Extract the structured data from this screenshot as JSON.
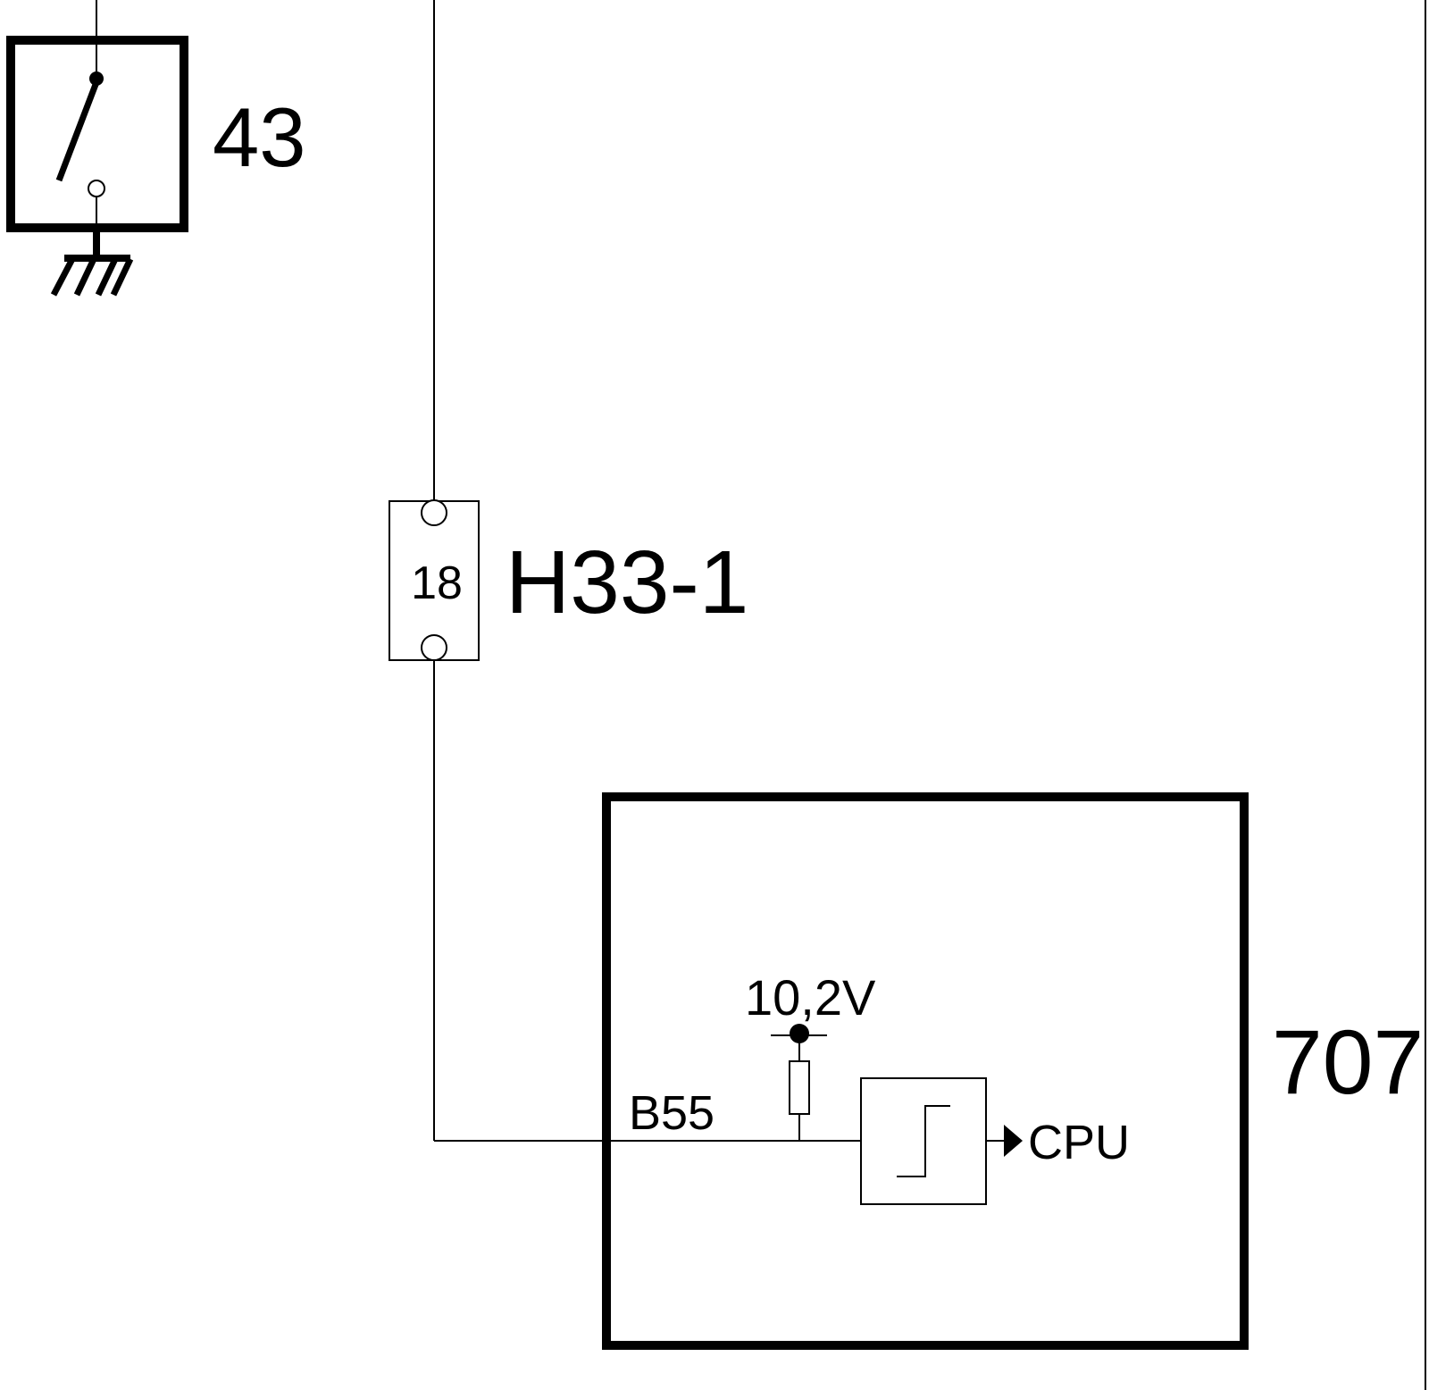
{
  "components": {
    "switch": {
      "label": "43"
    },
    "connector": {
      "label": "H33-1",
      "pin": "18"
    },
    "module": {
      "label": "707",
      "pin": "B55",
      "voltage": "10,2V",
      "output": "CPU"
    }
  },
  "colors": {
    "line": "#000000",
    "background": "#ffffff"
  }
}
